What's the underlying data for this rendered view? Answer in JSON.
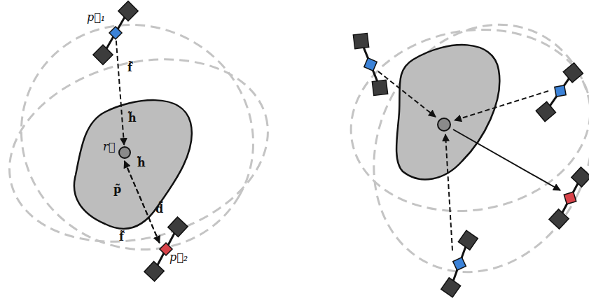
{
  "diagram": {
    "nodes": [
      {
        "text": [
          "p⃗₁"
        ]
      },
      {
        "text": [
          "r⃗"
        ]
      },
      {
        "text": [
          "p⃗₂"
        ]
      }
    ],
    "edges": [
      {
        "from": 0,
        "to": 1,
        "arrow": "to"
      },
      {
        "from": 2,
        "to": 1,
        "arrow": "to"
      },
      {
        "from": 1,
        "to": 2,
        "arrow": "to"
      }
    ],
    "labels": [
      "f̃",
      "h̃",
      "h̃",
      "p̃",
      "d̃",
      "f̃"
    ]
  }
}
